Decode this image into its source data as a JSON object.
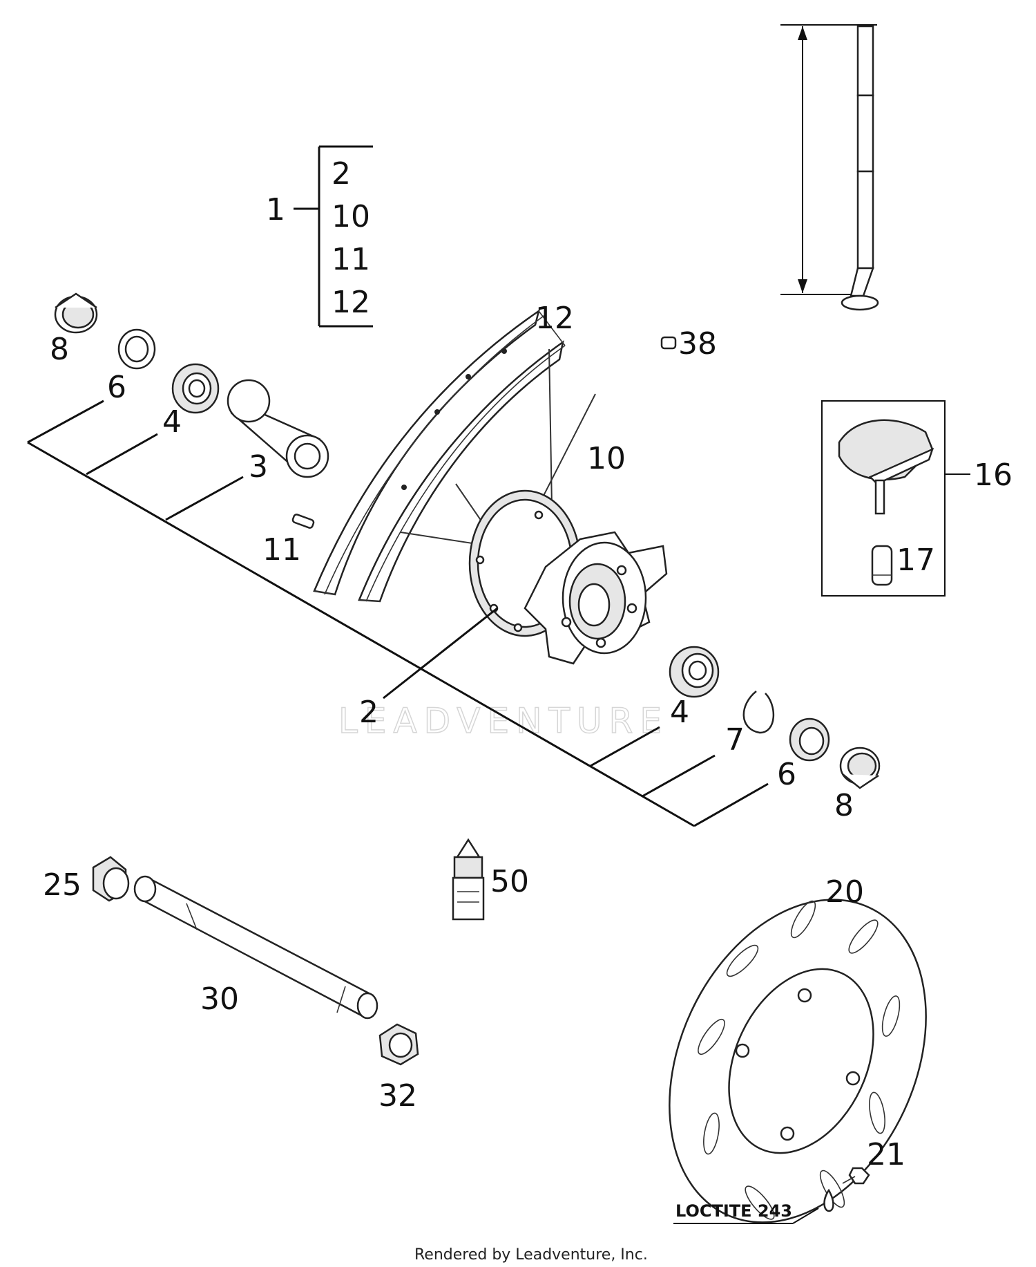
{
  "callouts": {
    "kit": "1",
    "kit_items": [
      "2",
      "10",
      "11",
      "12"
    ],
    "rim_top": "12",
    "valve_top": "38",
    "spokes": "10",
    "valve": "11",
    "tool": "16",
    "tool_nut": "17",
    "spacer_left": "8",
    "seal_left": "6",
    "bearing_left": "4",
    "sleeve": "3",
    "hub": "2",
    "bearing_right": "4",
    "circlip": "7",
    "seal_right": "6",
    "spacer_right": "8",
    "axle_nut_left": "25",
    "axle": "30",
    "axle_nut": "32",
    "threadlocker": "50",
    "brake_disc": "20",
    "disc_bolt": "21"
  },
  "note": "LOCTITE 243",
  "watermark": "LEADVENTURE",
  "footer": "Rendered by Leadventure, Inc."
}
